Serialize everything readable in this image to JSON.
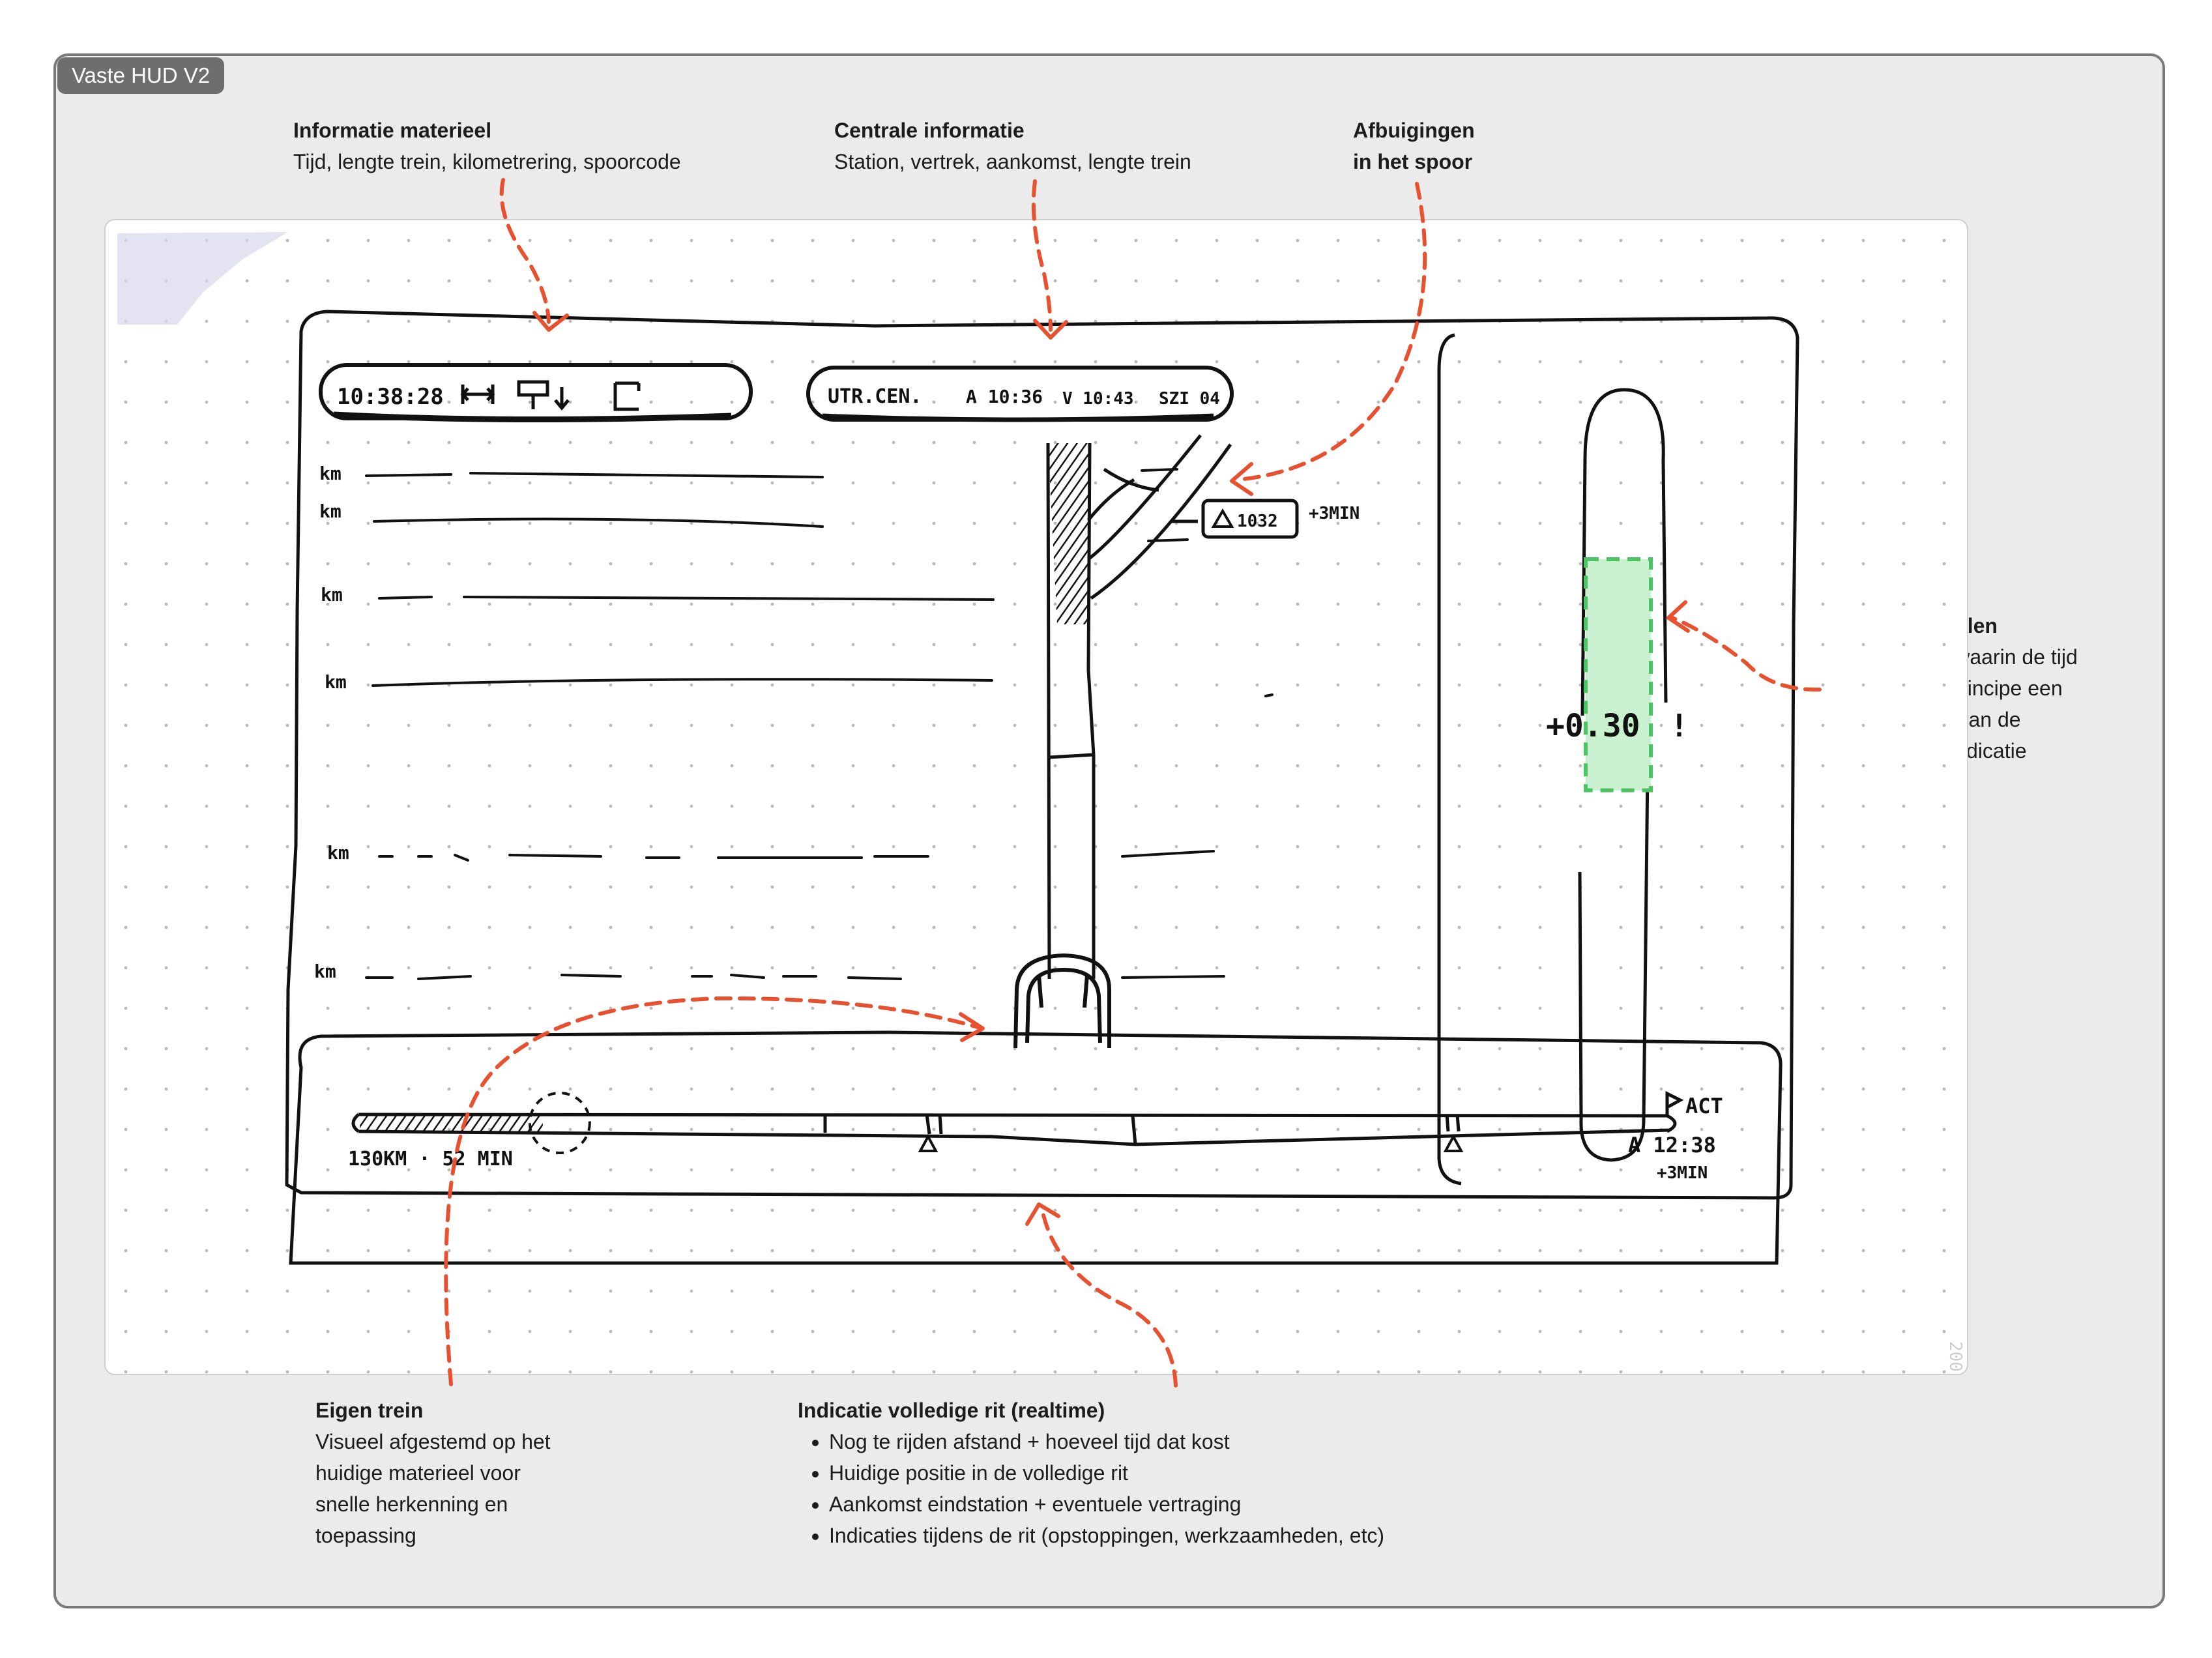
{
  "frame": {
    "tag": "Vaste HUD V2"
  },
  "annotations": {
    "materieel": {
      "title": "Informatie materieel",
      "text": "Tijd, lengte trein, kilometrering, spoorcode"
    },
    "centraal": {
      "title": "Centrale informatie",
      "text": "Station, vertrek, aankomst, lengte trein"
    },
    "afbuigingen": {
      "title_line1": "Afbuigingen",
      "title_line2": "in het spoor"
    },
    "uitrollen": {
      "title": "Indicatie uitrollen",
      "lines": [
        "Verticale balk waarin de tijd",
        "verschuift (in principe een",
        "vertical versie van de",
        "huidige uitrol-indicatie"
      ]
    },
    "eigen_trein": {
      "title": "Eigen trein",
      "lines": [
        "Visueel afgestemd op het",
        "huidige materieel voor",
        "snelle herkenning en",
        "toepassing"
      ]
    },
    "rit": {
      "title": "Indicatie volledige rit (realtime)",
      "bullets": [
        "Nog te rijden afstand + hoeveel tijd dat kost",
        "Huidige positie in de volledige rit",
        "Aankomst eindstation + eventuele vertraging",
        "Indicaties tijdens de rit (opstoppingen, werkzaamheden, etc)"
      ]
    }
  },
  "sketch": {
    "top_left": {
      "time": "10:38:28"
    },
    "top_center": {
      "station": "UTR.CEN.",
      "arrival": "A 10:36",
      "departure": "V 10:43",
      "track": "SZI 04"
    },
    "km_label": "km",
    "signal": {
      "code": "1032",
      "delay": "+3MIN"
    },
    "rollout": {
      "value": "+0.30",
      "mark": "!",
      "fill_start": 0.22,
      "fill_end": 0.52
    },
    "progress": {
      "remaining": "130KM · 52 MIN",
      "end_code": "ACT",
      "arrival": "A 12:38",
      "delay": "+3MIN",
      "position": 0.14
    },
    "page_mark": "200"
  },
  "colors": {
    "arrow": "#e8512f",
    "highlight_fill": "#c9f1cf",
    "highlight_border": "#4cc463",
    "ink": "#111111"
  }
}
